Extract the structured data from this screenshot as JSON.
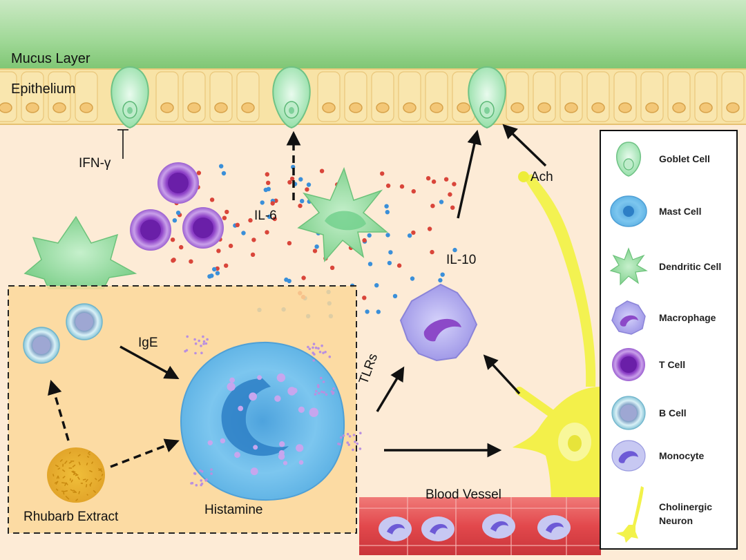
{
  "labels": {
    "mucus_layer": "Mucus Layer",
    "epithelium": "Epithelium",
    "ifn_gamma": "IFN-γ",
    "il6": "IL-6",
    "il10": "IL-10",
    "ach": "Ach",
    "ige": "IgE",
    "tlrs": "TLRs",
    "blood_vessel": "Blood Vessel",
    "histamine": "Histamine",
    "rhubarb_extract": "Rhubarb Extract"
  },
  "legend": [
    {
      "label": "Goblet Cell",
      "icon": "goblet-cell-icon"
    },
    {
      "label": "Mast Cell",
      "icon": "mast-cell-icon"
    },
    {
      "label": "Dendritic Cell",
      "icon": "dendritic-cell-icon"
    },
    {
      "label": "Macrophage",
      "icon": "macrophage-icon"
    },
    {
      "label": "T Cell",
      "icon": "t-cell-icon"
    },
    {
      "label": "B Cell",
      "icon": "b-cell-icon"
    },
    {
      "label": "Monocyte",
      "icon": "monocyte-icon"
    },
    {
      "label": "Cholinergic\nNeuron",
      "icon": "neuron-icon"
    }
  ],
  "colors": {
    "background": "#fdebd6",
    "mucus": "#8dcf8a",
    "epithelium": "#f8e3a6",
    "goblet": "#a8e6b5",
    "t_cell": "#8a3fc4",
    "b_cell": "#8fc7d8",
    "mast_cell": "#6bb8e6",
    "macrophage": "#a9a2ea",
    "neuron": "#f2f24a",
    "blood_vessel": "#e2484c",
    "cytokine_red": "#d9453a",
    "cytokine_blue": "#3a8fd9"
  }
}
